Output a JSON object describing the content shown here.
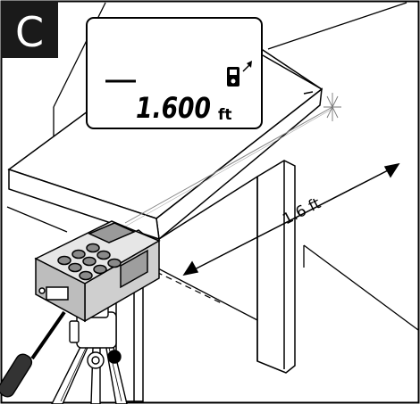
{
  "panel": {
    "label": "C"
  },
  "display": {
    "reading_value": "1.600",
    "reading_unit": "ft"
  },
  "measurement": {
    "distance_label": "1.6 ft"
  },
  "colors": {
    "line": "#000000",
    "badge_bg": "#1a1a1a",
    "badge_text": "#ffffff",
    "device_gray": "#bdbdbd",
    "laser_beam": "#888888"
  },
  "icons": {
    "device_reference": "laser-rear-reference-icon",
    "laser_point": "laser-point-star-icon"
  }
}
